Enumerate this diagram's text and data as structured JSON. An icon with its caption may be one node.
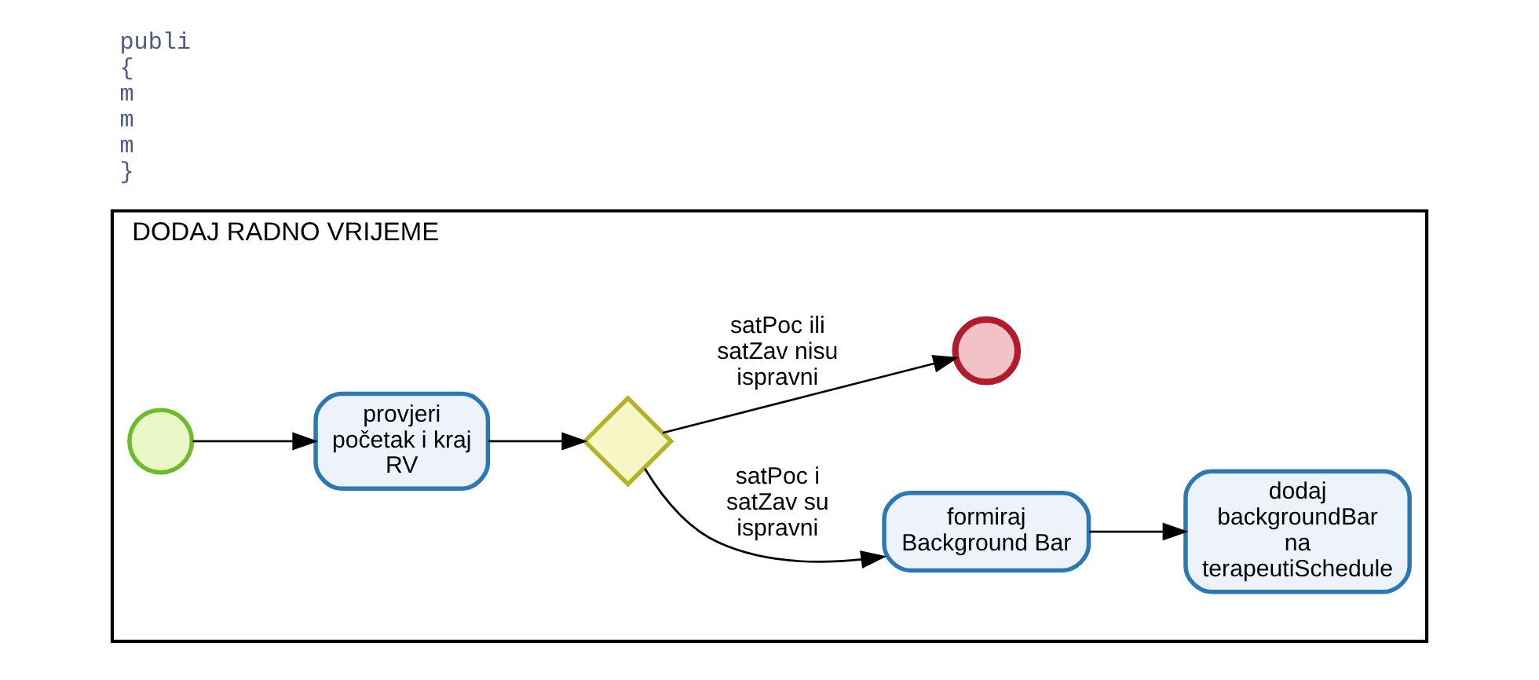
{
  "diagram": {
    "nodes": [
      {
        "text": [
          "DODAJ RADNO VRIJEME"
        ]
      },
      {
        "text": [],
        "shape": "circle",
        "in": 0
      },
      {
        "text": [
          "provjeri početak i kraj RV"
        ],
        "in": 0
      },
      {
        "text": [],
        "shape": "diamond",
        "in": 0
      },
      {
        "text": [
          "formiraj Background Bar"
        ],
        "in": 0
      },
      {
        "text": [
          "dodaj backgroundBar na terapeutiSchedule"
        ],
        "in": 0
      },
      {
        "text": [],
        "shape": "circle",
        "in": 0
      }
    ],
    "edges": [
      {
        "from": 1,
        "to": 2,
        "arrow": "to"
      },
      {
        "from": 2,
        "to": 3,
        "arrow": "to"
      },
      {
        "from": 3,
        "to": 4,
        "arrow": "to",
        "label": "satPoc i satZav su ispravni"
      },
      {
        "from": 4,
        "to": 5,
        "arrow": "to"
      },
      {
        "from": 3,
        "to": 6,
        "arrow": "to",
        "label": "satPoc ili satZav nisu ispravni"
      }
    ],
    "labels": [
      "publi",
      "{",
      "m",
      "m",
      "m",
      "}"
    ]
  }
}
